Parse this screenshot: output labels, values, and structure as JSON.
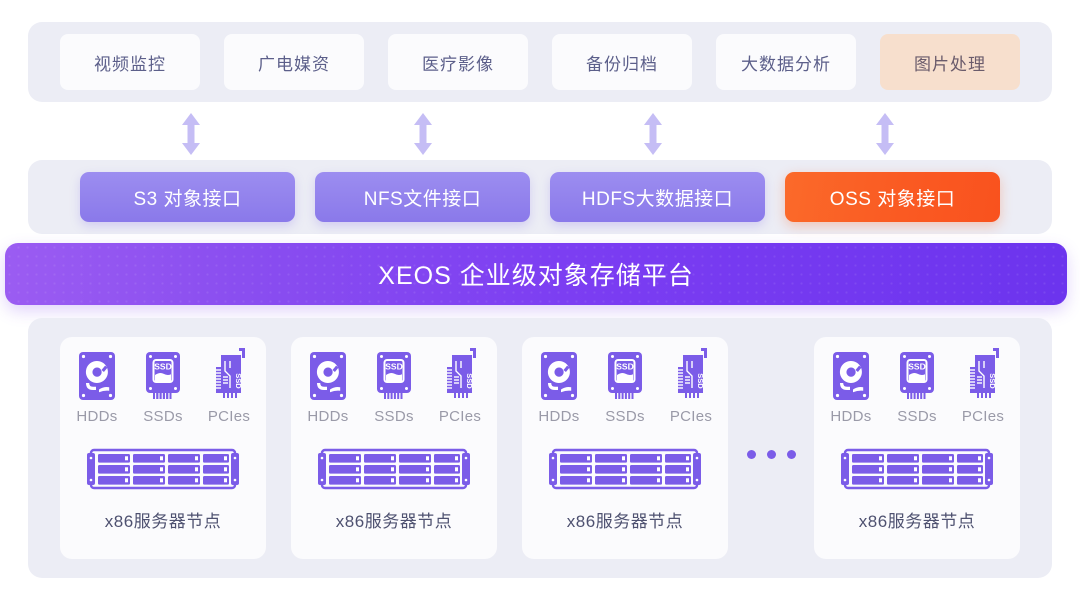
{
  "colors": {
    "panel_bg": "#ecedf5",
    "card_bg": "#fbfbfd",
    "accent_peach": "#f7dfcd",
    "interface_purple": "#8a79ea",
    "highlight_orange": "#fa5a22",
    "platform_purple_start": "#9b5cf2",
    "platform_purple_end": "#6c34ee",
    "icon_purple": "#7b5ce8",
    "label_gray": "#9a9aa8",
    "text_dark": "#4e5170"
  },
  "scenarios": {
    "section_name": "application-scenarios",
    "items": [
      {
        "label": "视频监控",
        "highlighted": false
      },
      {
        "label": "广电媒资",
        "highlighted": false
      },
      {
        "label": "医疗影像",
        "highlighted": false
      },
      {
        "label": "备份归档",
        "highlighted": false
      },
      {
        "label": "大数据分析",
        "highlighted": false
      },
      {
        "label": "图片处理",
        "highlighted": true
      }
    ]
  },
  "connectors": {
    "icon": "double-arrow-vertical-icon",
    "count": 4
  },
  "interfaces": {
    "section_name": "storage-interfaces",
    "items": [
      {
        "label": "S3 对象接口",
        "highlighted": false
      },
      {
        "label": "NFS文件接口",
        "highlighted": false
      },
      {
        "label": "HDFS大数据接口",
        "highlighted": false
      },
      {
        "label": "OSS 对象接口",
        "highlighted": true
      }
    ]
  },
  "platform": {
    "title": "XEOS 企业级对象存储平台"
  },
  "nodes": {
    "section_name": "server-nodes",
    "ellipsis_label": "...",
    "drive_types": [
      {
        "label": "HDDs",
        "icon": "hard-disk-drive-icon"
      },
      {
        "label": "SSDs",
        "icon": "solid-state-drive-icon"
      },
      {
        "label": "PCIes",
        "icon": "pcie-card-icon"
      }
    ],
    "rack_icon": "rack-server-icon",
    "items": [
      {
        "label": "x86服务器节点"
      },
      {
        "label": "x86服务器节点"
      },
      {
        "label": "x86服务器节点"
      },
      {
        "label": "x86服务器节点"
      }
    ]
  }
}
